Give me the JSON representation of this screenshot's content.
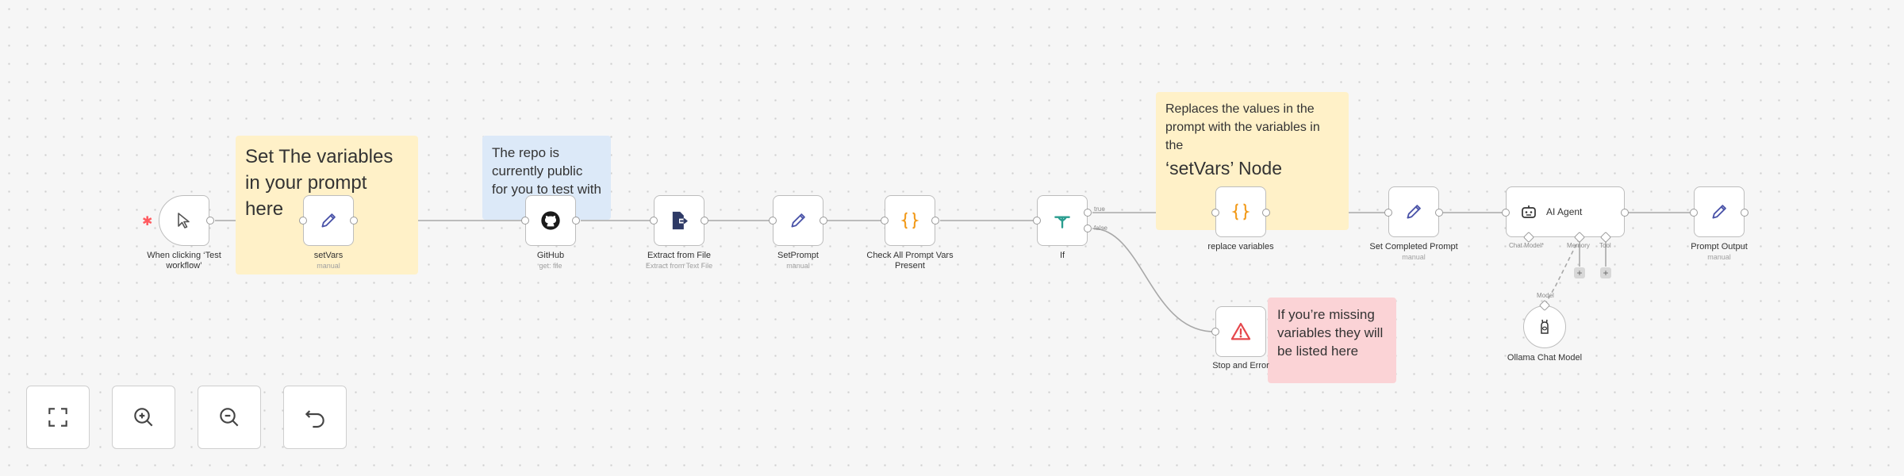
{
  "stickies": {
    "set_vars": "Set The variables in your prompt here",
    "repo_note": "The repo is currently public for you to test with",
    "replace_note": "Replaces the values in the prompt with the variables in the",
    "replace_note_emph": "‘setVars’ Node",
    "missing_note": "If you’re missing variables they will be listed here"
  },
  "nodes": {
    "trigger": {
      "label": "When clicking ‘Test workflow’"
    },
    "setvars": {
      "label": "setVars",
      "sub": "manual"
    },
    "github": {
      "label": "GitHub",
      "sub": "get: file"
    },
    "extract": {
      "label": "Extract from File",
      "sub": "Extract from Text File"
    },
    "setprompt": {
      "label": "SetPrompt",
      "sub": "manual"
    },
    "check": {
      "label": "Check All Prompt Vars Present"
    },
    "if": {
      "label": "If",
      "true_label": "true",
      "false_label": "false"
    },
    "replace": {
      "label": "replace variables"
    },
    "stop": {
      "label": "Stop and Error"
    },
    "setcompleted": {
      "label": "Set Completed Prompt",
      "sub": "manual"
    },
    "agent": {
      "label": "AI Agent",
      "port_chat": "Chat Model*",
      "port_memory": "Memory",
      "port_tool": "Tool"
    },
    "ollama": {
      "label": "Ollama Chat Model",
      "port_model": "Model"
    },
    "output": {
      "label": "Prompt Output",
      "sub": "manual"
    }
  },
  "icons": {
    "pointer": "cursor-icon",
    "pencil": "pencil-icon",
    "github": "github-icon",
    "file": "file-export-icon",
    "code": "braces-icon",
    "if": "if-branch-icon",
    "warning": "warning-icon",
    "robot": "robot-icon",
    "llama": "ollama-icon"
  },
  "controls": {
    "fit": "fit-view-icon",
    "zoom_in": "zoom-in-icon",
    "zoom_out": "zoom-out-icon",
    "undo": "undo-icon"
  },
  "colors": {
    "sticky_yellow": "#fff1c8",
    "sticky_blue": "#dce9f8",
    "sticky_red": "#fbd3d6",
    "pencil": "#4a53a8",
    "code": "#f29b1c",
    "if": "#2a9d8f",
    "error": "#e5484d",
    "trigger_mark": "#ff5a5f"
  }
}
